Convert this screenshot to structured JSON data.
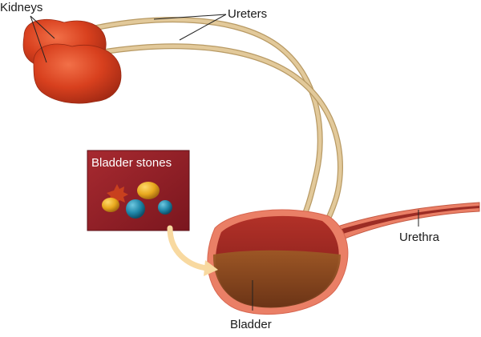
{
  "labels": {
    "kidneys": "Kidneys",
    "ureters": "Ureters",
    "urethra": "Urethra",
    "bladder": "Bladder"
  },
  "inset": {
    "title": "Bladder stones"
  },
  "colors": {
    "kidney": "#d8401e",
    "ureter": "#d9bf8c",
    "bladder_wall": "#ea7f66",
    "bladder_inner": "#8f2220",
    "urine": "#7c4a1e",
    "inset_background": "#8d1d24",
    "stone_gold": "#e8a81e",
    "stone_blue": "#1f86a8",
    "arrow": "#f8d9a0"
  }
}
